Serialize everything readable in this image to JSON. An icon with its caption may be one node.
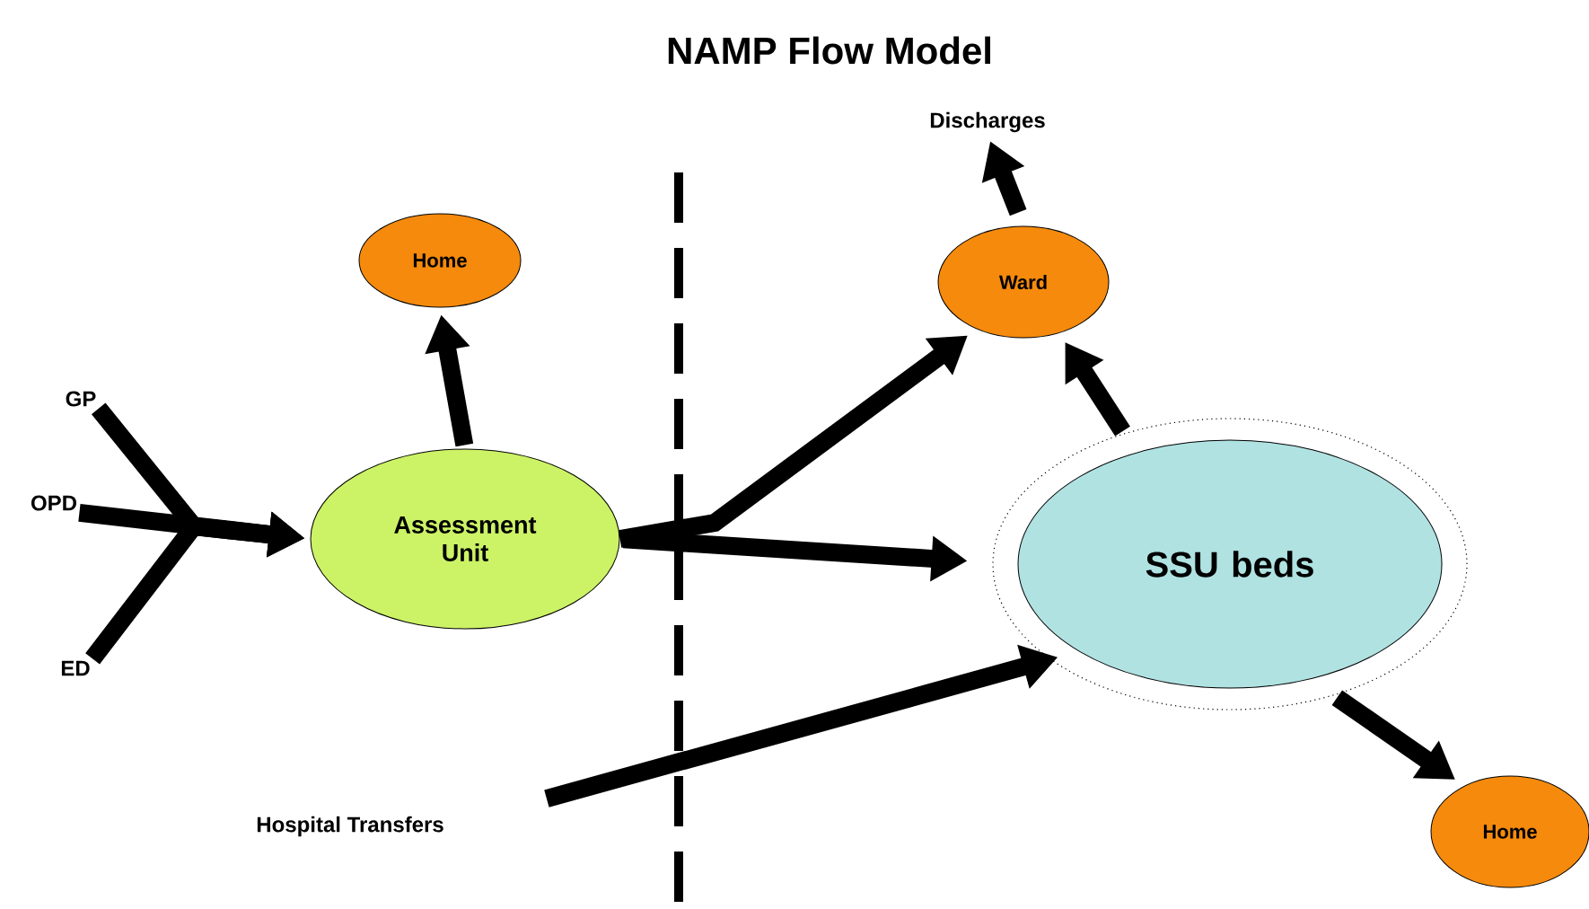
{
  "diagram": {
    "title": "NAMP Flow Model",
    "nodes": [
      {
        "text": [
          "GP"
        ]
      },
      {
        "text": [
          "OPD"
        ]
      },
      {
        "text": [
          "ED"
        ]
      },
      {
        "text": [
          "Home"
        ]
      },
      {
        "text": [
          "Assessment Unit"
        ]
      },
      {
        "text": [
          "Ward"
        ]
      },
      {
        "text": [
          "Discharges"
        ]
      },
      {
        "text": [
          "SSU beds"
        ]
      },
      {
        "text": [
          "Hospital Transfers"
        ]
      },
      {
        "text": [
          "Home"
        ]
      }
    ],
    "edges": [
      {
        "from": 0,
        "to": 4,
        "arrow": "to"
      },
      {
        "from": 1,
        "to": 4,
        "arrow": "to"
      },
      {
        "from": 2,
        "to": 4,
        "arrow": "to"
      },
      {
        "from": 4,
        "to": 3,
        "arrow": "to"
      },
      {
        "from": 4,
        "to": 5,
        "arrow": "to"
      },
      {
        "from": 4,
        "to": 7,
        "arrow": "to"
      },
      {
        "from": 7,
        "to": 5,
        "arrow": "to"
      },
      {
        "from": 5,
        "to": 6,
        "arrow": "to"
      },
      {
        "from": 8,
        "to": 7,
        "arrow": "to"
      },
      {
        "from": 7,
        "to": 9,
        "arrow": "to"
      }
    ]
  }
}
